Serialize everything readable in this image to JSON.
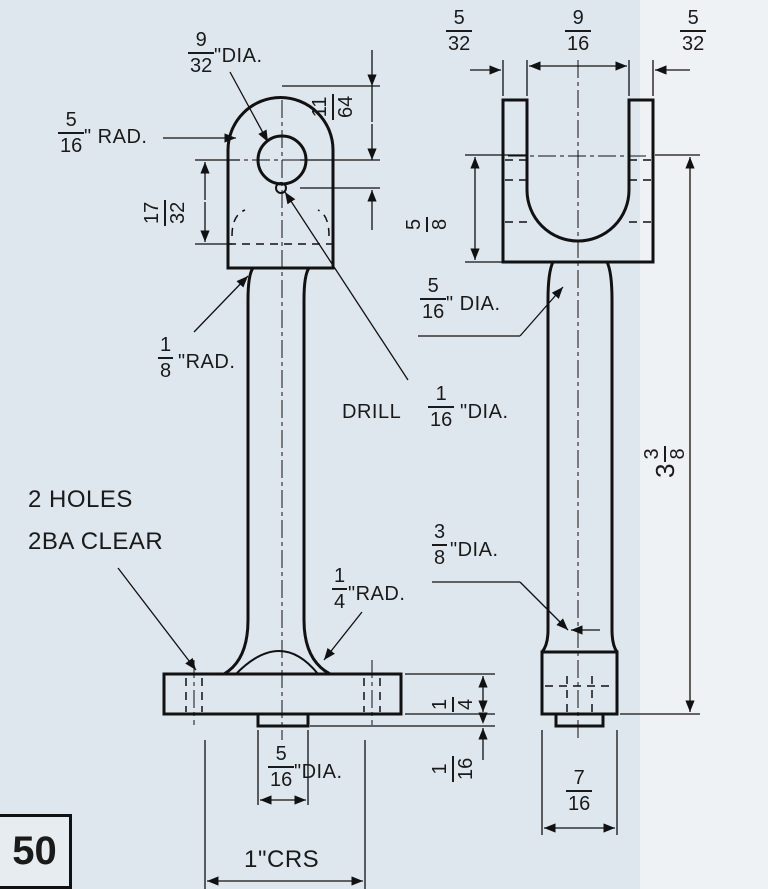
{
  "page_number": "50",
  "labels": {
    "pin_hole_num": "9",
    "pin_hole_den": "32",
    "pin_hole_suffix": "\"DIA.",
    "rad_head_num": "5",
    "rad_head_den": "16",
    "rad_head_suffix": "\" RAD.",
    "top_offset_num": "11",
    "top_offset_den": "64",
    "head_depth_num": "17",
    "head_depth_den": "32",
    "neck_rad_num": "1",
    "neck_rad_den": "8",
    "neck_rad_suffix": "\"RAD.",
    "drill_prefix": "DRILL",
    "drill_num": "1",
    "drill_den": "16",
    "drill_suffix": "\"DIA.",
    "holes_line1": "2 HOLES",
    "holes_line2": "2BA CLEAR",
    "base_rad_num": "1",
    "base_rad_den": "4",
    "base_rad_suffix": "\"RAD.",
    "base_thick_num": "1",
    "base_thick_den": "4",
    "spigot_len_num": "1",
    "spigot_len_den": "16",
    "spigot_dia_num": "5",
    "spigot_dia_den": "16",
    "spigot_dia_suffix": "\"DIA.",
    "crs_num": "1",
    "crs_suffix": "\"CRS",
    "slot_side_left_num": "5",
    "slot_side_left_den": "32",
    "slot_width_num": "9",
    "slot_width_den": "16",
    "slot_side_right_num": "5",
    "slot_side_right_den": "32",
    "slot_depth_num": "5",
    "slot_depth_den": "8",
    "upper_shank_num": "5",
    "upper_shank_den": "16",
    "upper_shank_suffix": "\" DIA.",
    "overall_whole": "3",
    "overall_num": "3",
    "overall_den": "8",
    "lower_shank_num": "3",
    "lower_shank_den": "8",
    "lower_shank_suffix": "\"DIA.",
    "boss_num": "7",
    "boss_den": "16"
  }
}
